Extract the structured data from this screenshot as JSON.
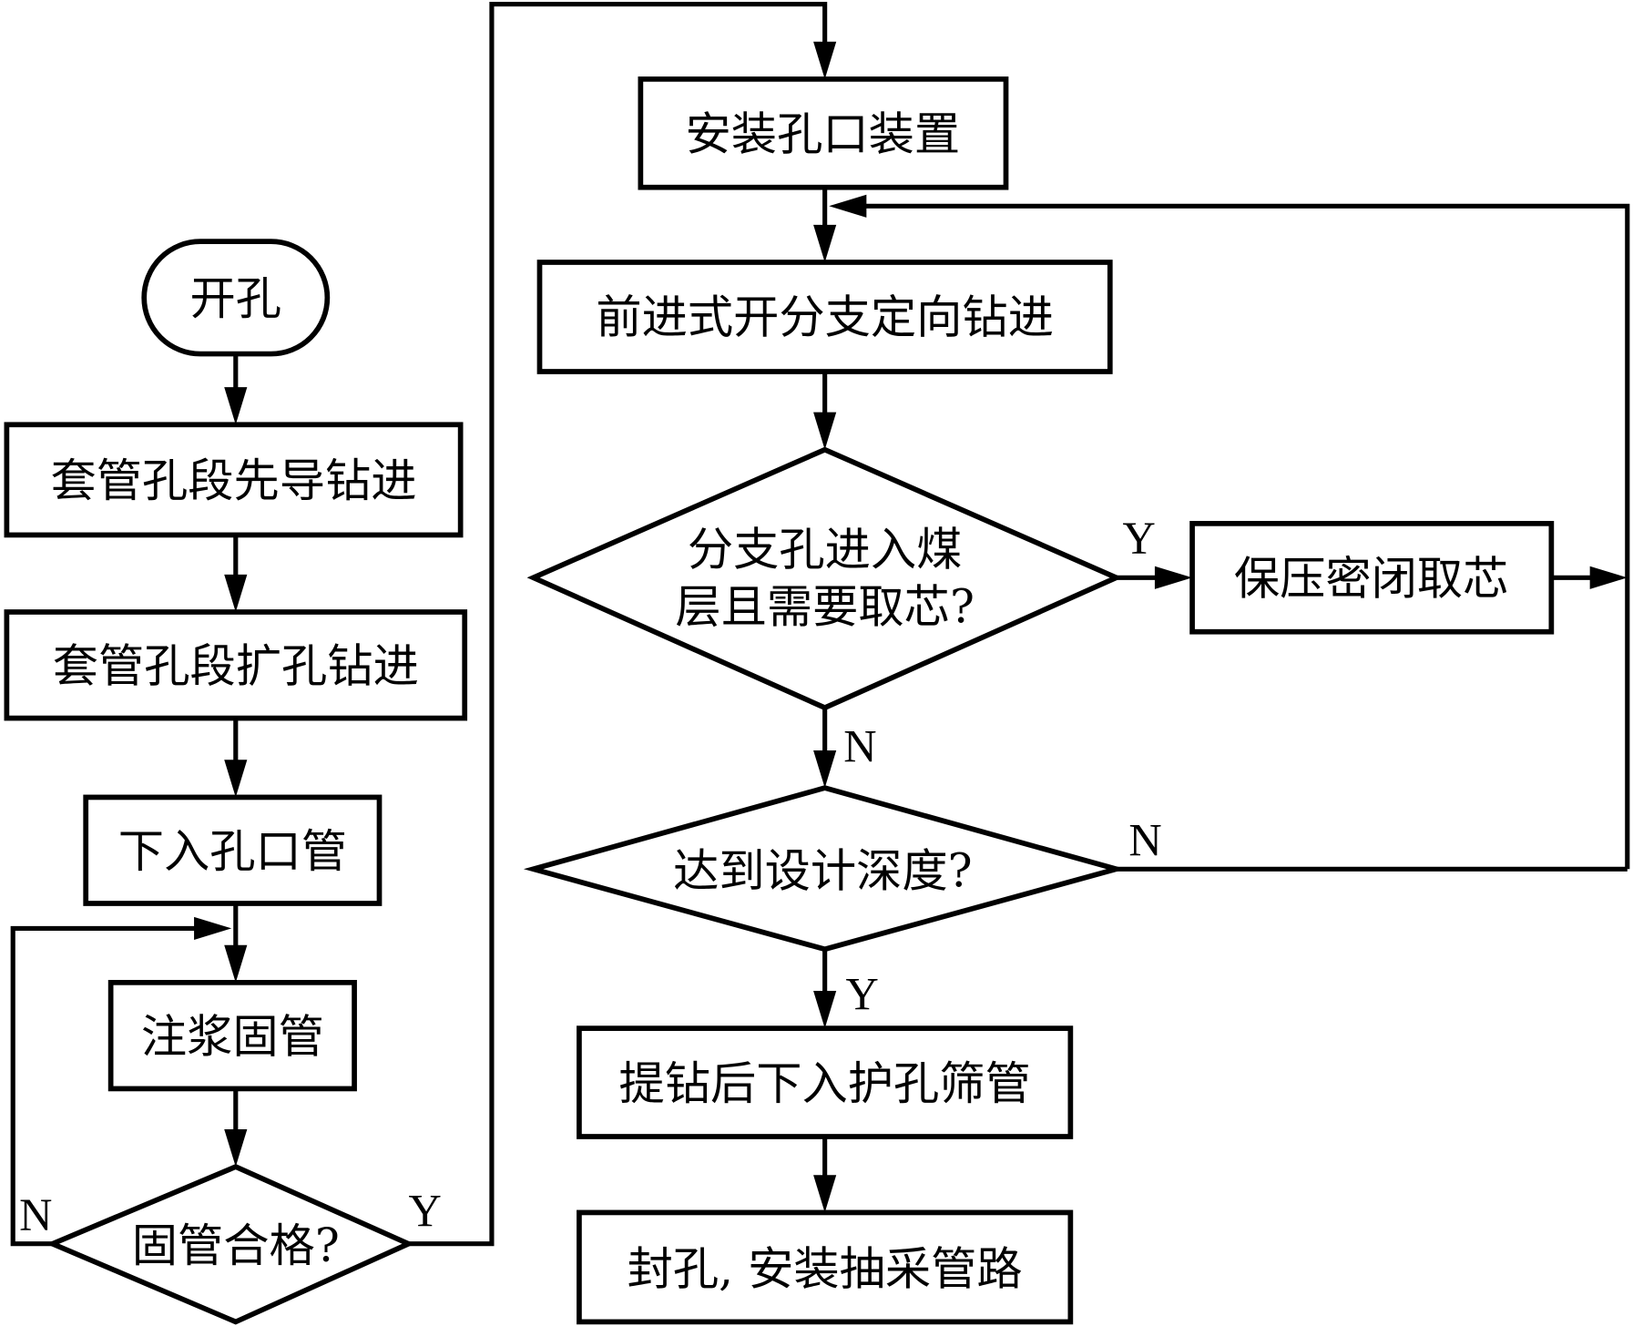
{
  "diagram": {
    "type": "flowchart",
    "nodes": [
      {
        "id": "start",
        "shape": "terminal",
        "text": "开孔"
      },
      {
        "id": "casing-pilot",
        "shape": "process",
        "text": "套管孔段先导钻进"
      },
      {
        "id": "casing-ream",
        "shape": "process",
        "text": "套管孔段扩孔钻进"
      },
      {
        "id": "lower-collar-pipe",
        "shape": "process",
        "text": "下入孔口管"
      },
      {
        "id": "grout-pipe",
        "shape": "process",
        "text": "注浆固管"
      },
      {
        "id": "pipe-qualified",
        "shape": "decision",
        "text": "固管合格?"
      },
      {
        "id": "install-wellhead",
        "shape": "process",
        "text": "安装孔口装置"
      },
      {
        "id": "forward-branch-drill",
        "shape": "process",
        "text": "前进式开分支定向钻进"
      },
      {
        "id": "enter-coal-coring",
        "shape": "decision",
        "lines": [
          "分支孔进入煤",
          "层且需要取芯?"
        ]
      },
      {
        "id": "pressure-coring",
        "shape": "process",
        "text": "保压密闭取芯"
      },
      {
        "id": "design-depth",
        "shape": "decision",
        "text": "达到设计深度?"
      },
      {
        "id": "lower-screen",
        "shape": "process",
        "text": "提钻后下入护孔筛管"
      },
      {
        "id": "seal-install",
        "shape": "process",
        "text": "封孔, 安装抽采管路"
      }
    ],
    "edges": [
      {
        "from": "start",
        "to": "casing-pilot",
        "label": ""
      },
      {
        "from": "casing-pilot",
        "to": "casing-ream",
        "label": ""
      },
      {
        "from": "casing-ream",
        "to": "lower-collar-pipe",
        "label": ""
      },
      {
        "from": "lower-collar-pipe",
        "to": "grout-pipe",
        "label": ""
      },
      {
        "from": "grout-pipe",
        "to": "pipe-qualified",
        "label": ""
      },
      {
        "from": "pipe-qualified",
        "to": "grout-pipe",
        "label": "N"
      },
      {
        "from": "pipe-qualified",
        "to": "install-wellhead",
        "label": "Y"
      },
      {
        "from": "install-wellhead",
        "to": "forward-branch-drill",
        "label": ""
      },
      {
        "from": "forward-branch-drill",
        "to": "enter-coal-coring",
        "label": ""
      },
      {
        "from": "enter-coal-coring",
        "to": "pressure-coring",
        "label": "Y"
      },
      {
        "from": "pressure-coring",
        "to": "forward-branch-drill",
        "label": ""
      },
      {
        "from": "enter-coal-coring",
        "to": "design-depth",
        "label": "N"
      },
      {
        "from": "design-depth",
        "to": "forward-branch-drill",
        "label": "N"
      },
      {
        "from": "design-depth",
        "to": "lower-screen",
        "label": "Y"
      },
      {
        "from": "lower-screen",
        "to": "seal-install",
        "label": ""
      }
    ],
    "branch_labels": {
      "yes": "Y",
      "no": "N"
    }
  }
}
